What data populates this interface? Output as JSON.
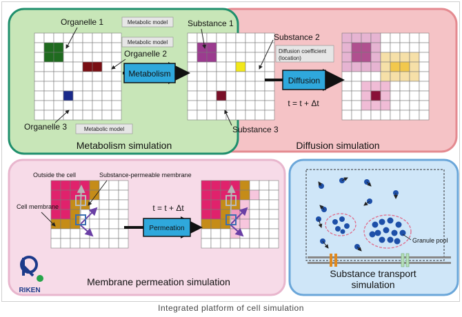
{
  "caption": "Integrated platform of cell simulation",
  "metabolism": {
    "title": "Metabolism simulation",
    "organelle1": "Organelle 1",
    "organelle2": "Organelle 2",
    "organelle3": "Organelle 3",
    "model_tag": "Metabolic model",
    "process": "Metabolism"
  },
  "diffusion": {
    "title": "Diffusion simulation",
    "substance1": "Substance 1",
    "substance2": "Substance 2",
    "substance3": "Substance 3",
    "coef_line1": "Diffusion coefficient",
    "coef_line2": "(location)",
    "process": "Diffusion",
    "time_step": "t = t + Δt"
  },
  "permeation": {
    "title": "Membrane permeation simulation",
    "outside_label": "Outside the cell",
    "membrane_perm_label": "Substance-permeable membrane",
    "cell_membrane_label": "Cell membrane",
    "process": "Permeation",
    "time_step": "t = t + Δt"
  },
  "transport": {
    "title_line1": "Substance transport",
    "title_line2": "simulation",
    "granule_label": "Granule pool"
  },
  "logo": {
    "text": "RIKEN"
  },
  "colors": {
    "metabolism_bg": "#c8e6b8",
    "metabolism_border": "#1f8f6c",
    "diffusion_bg": "#f5c3c6",
    "diffusion_border": "#e48a90",
    "permeation_bg": "#f7dbe8",
    "permeation_border": "#e8b6cd",
    "transport_bg": "#cfe6f8",
    "transport_border": "#6aa6d9",
    "process_box": "#2fa8dc"
  }
}
